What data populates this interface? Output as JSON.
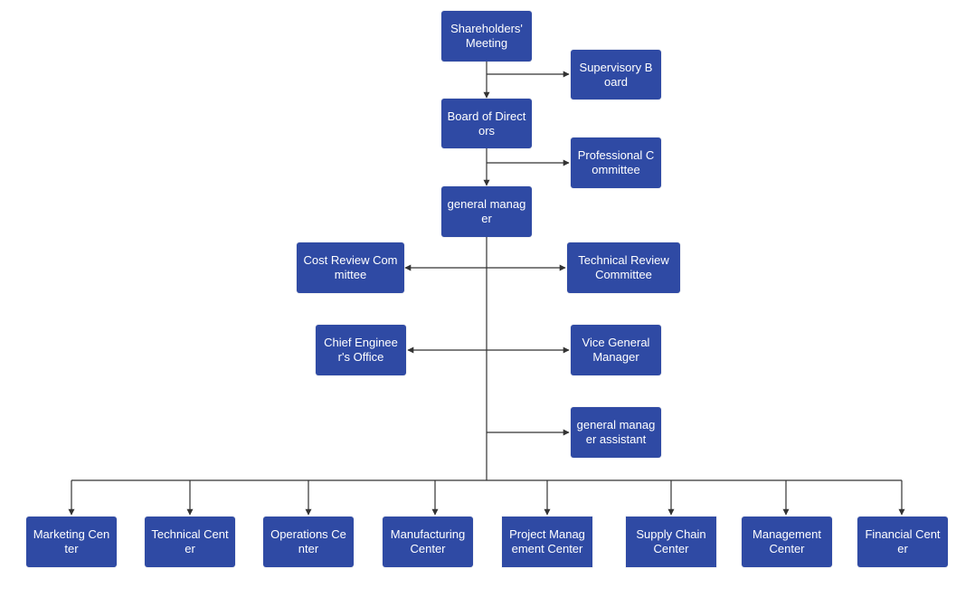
{
  "diagram": {
    "colors": {
      "node_fill": "#2f4aa4",
      "node_text": "#ffffff",
      "connector": "#333333"
    },
    "nodes": {
      "shareholders_meeting": {
        "label": "Shareholders' Meeting"
      },
      "supervisory_board": {
        "label": "Supervisory Board"
      },
      "board_of_directors": {
        "label": "Board of Directors"
      },
      "professional_committee": {
        "label": "Professional Committee"
      },
      "general_manager": {
        "label": "general manager"
      },
      "cost_review_committee": {
        "label": "Cost Review Committee"
      },
      "technical_review_committee": {
        "label": "Technical Review Committee"
      },
      "chief_engineers_office": {
        "label": "Chief Engineer's Office"
      },
      "vice_general_manager": {
        "label": "Vice General Manager"
      },
      "general_manager_assistant": {
        "label": "general manager assistant"
      },
      "marketing_center": {
        "label": "Marketing Center"
      },
      "technical_center": {
        "label": "Technical Center"
      },
      "operations_center": {
        "label": "Operations Center"
      },
      "manufacturing_center": {
        "label": "Manufacturing Center"
      },
      "project_management_center": {
        "label": "Project Management Center"
      },
      "supply_chain_center": {
        "label": "Supply Chain Center"
      },
      "management_center": {
        "label": "Management Center"
      },
      "financial_center": {
        "label": "Financial Center"
      }
    },
    "edges": [
      {
        "from": "shareholders_meeting",
        "to": "board_of_directors"
      },
      {
        "from": "shareholders_meeting",
        "to": "supervisory_board"
      },
      {
        "from": "board_of_directors",
        "to": "general_manager"
      },
      {
        "from": "board_of_directors",
        "to": "professional_committee"
      },
      {
        "from": "general_manager",
        "to": "cost_review_committee"
      },
      {
        "from": "general_manager",
        "to": "technical_review_committee"
      },
      {
        "from": "general_manager",
        "to": "chief_engineers_office"
      },
      {
        "from": "general_manager",
        "to": "vice_general_manager"
      },
      {
        "from": "general_manager",
        "to": "general_manager_assistant"
      },
      {
        "from": "general_manager",
        "to": "marketing_center"
      },
      {
        "from": "general_manager",
        "to": "technical_center"
      },
      {
        "from": "general_manager",
        "to": "operations_center"
      },
      {
        "from": "general_manager",
        "to": "manufacturing_center"
      },
      {
        "from": "general_manager",
        "to": "project_management_center"
      },
      {
        "from": "general_manager",
        "to": "supply_chain_center"
      },
      {
        "from": "general_manager",
        "to": "management_center"
      },
      {
        "from": "general_manager",
        "to": "financial_center"
      }
    ]
  }
}
